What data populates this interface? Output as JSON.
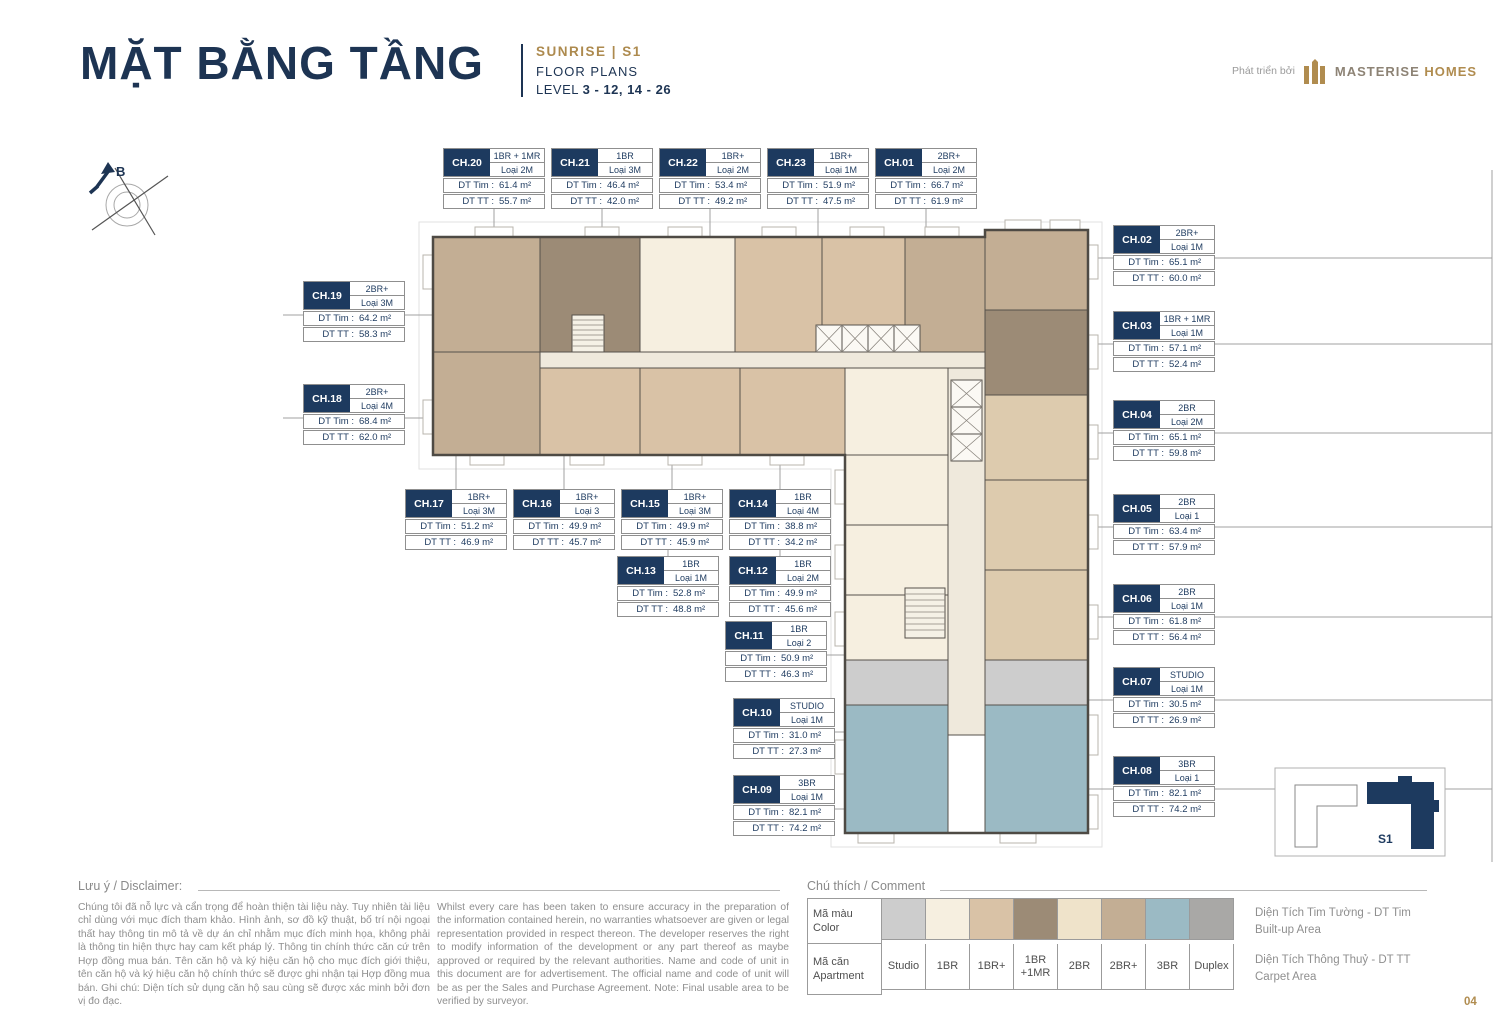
{
  "header": {
    "title": "MẶT BẰNG TẦNG",
    "project": "SUNRISE  |  S1",
    "subtitle": "FLOOR PLANS",
    "level_prefix": "LEVEL ",
    "level_range": "3 - 12, 14 - 26",
    "developer_prefix": "Phát triển bởi",
    "brand_name": "MASTERISE",
    "brand_suffix": "HOMES"
  },
  "compass": {
    "north_label": "B"
  },
  "labels": {
    "dt_tim": "DT Tim :",
    "dt_tt": "DT TT :"
  },
  "units": [
    {
      "id": "CH.20",
      "type": "1BR + 1MR",
      "loai": "Loại 2M",
      "tim": "61.4 m²",
      "tt": "55.7 m²"
    },
    {
      "id": "CH.21",
      "type": "1BR",
      "loai": "Loại 3M",
      "tim": "46.4 m²",
      "tt": "42.0 m²"
    },
    {
      "id": "CH.22",
      "type": "1BR+",
      "loai": "Loại 2M",
      "tim": "53.4 m²",
      "tt": "49.2 m²"
    },
    {
      "id": "CH.23",
      "type": "1BR+",
      "loai": "Loại 1M",
      "tim": "51.9 m²",
      "tt": "47.5 m²"
    },
    {
      "id": "CH.01",
      "type": "2BR+",
      "loai": "Loại 2M",
      "tim": "66.7 m²",
      "tt": "61.9 m²"
    },
    {
      "id": "CH.02",
      "type": "2BR+",
      "loai": "Loại 1M",
      "tim": "65.1 m²",
      "tt": "60.0 m²"
    },
    {
      "id": "CH.03",
      "type": "1BR + 1MR",
      "loai": "Loại 1M",
      "tim": "57.1 m²",
      "tt": "52.4 m²"
    },
    {
      "id": "CH.04",
      "type": "2BR",
      "loai": "Loại 2M",
      "tim": "65.1 m²",
      "tt": "59.8 m²"
    },
    {
      "id": "CH.05",
      "type": "2BR",
      "loai": "Loại 1",
      "tim": "63.4 m²",
      "tt": "57.9 m²"
    },
    {
      "id": "CH.06",
      "type": "2BR",
      "loai": "Loại 1M",
      "tim": "61.8 m²",
      "tt": "56.4 m²"
    },
    {
      "id": "CH.07",
      "type": "STUDIO",
      "loai": "Loại 1M",
      "tim": "30.5 m²",
      "tt": "26.9 m²"
    },
    {
      "id": "CH.08",
      "type": "3BR",
      "loai": "Loại 1",
      "tim": "82.1 m²",
      "tt": "74.2 m²"
    },
    {
      "id": "CH.19",
      "type": "2BR+",
      "loai": "Loại 3M",
      "tim": "64.2 m²",
      "tt": "58.3 m²"
    },
    {
      "id": "CH.18",
      "type": "2BR+",
      "loai": "Loại 4M",
      "tim": "68.4 m²",
      "tt": "62.0 m²"
    },
    {
      "id": "CH.17",
      "type": "1BR+",
      "loai": "Loại 3M",
      "tim": "51.2 m²",
      "tt": "46.9 m²"
    },
    {
      "id": "CH.16",
      "type": "1BR+",
      "loai": "Loại 3",
      "tim": "49.9 m²",
      "tt": "45.7 m²"
    },
    {
      "id": "CH.15",
      "type": "1BR+",
      "loai": "Loại 3M",
      "tim": "49.9 m²",
      "tt": "45.9 m²"
    },
    {
      "id": "CH.14",
      "type": "1BR",
      "loai": "Loại 4M",
      "tim": "38.8 m²",
      "tt": "34.2 m²"
    },
    {
      "id": "CH.13",
      "type": "1BR",
      "loai": "Loại 1M",
      "tim": "52.8 m²",
      "tt": "48.8 m²"
    },
    {
      "id": "CH.12",
      "type": "1BR",
      "loai": "Loại 2M",
      "tim": "49.9 m²",
      "tt": "45.6 m²"
    },
    {
      "id": "CH.11",
      "type": "1BR",
      "loai": "Loại 2",
      "tim": "50.9 m²",
      "tt": "46.3 m²"
    },
    {
      "id": "CH.10",
      "type": "STUDIO",
      "loai": "Loại 1M",
      "tim": "31.0 m²",
      "tt": "27.3 m²"
    },
    {
      "id": "CH.09",
      "type": "3BR",
      "loai": "Loại 1M",
      "tim": "82.1 m²",
      "tt": "74.2 m²"
    }
  ],
  "disclaimer": {
    "heading": "Lưu ý / Disclaimer:",
    "vi": "Chúng tôi đã nỗ lực và cẩn trọng để hoàn thiện tài liệu này. Tuy nhiên tài liệu chỉ dùng với mục đích tham khảo. Hình ảnh, sơ đồ kỹ thuật, bố trí nội ngoại thất hay thông tin mô tả về dự án chỉ nhằm mục đích minh họa, không phải là thông tin hiện thực hay cam kết pháp lý. Thông tin chính thức căn cứ trên Hợp đồng mua bán. Tên căn hộ và ký hiệu căn hộ cho mục đích giới thiệu, tên căn hộ và ký hiệu căn hộ chính thức sẽ được ghi nhận tại Hợp đồng mua bán. Ghi chú: Diện tích sử dụng căn hộ sau cùng sẽ được xác minh bởi đơn vị đo đạc.",
    "en": "Whilst every care has been taken to ensure accuracy in the preparation of the information contained herein, no warranties whatsoever are given or legal representation provided in respect thereon. The developer reserves the right to modify information of the development or any part thereof as maybe approved or required by the relevant authorities. Name and code of unit in this document are for advertisement. The official name and code of unit will be as per the Sales and Purchase Agreement. Note: Final usable area to be verified by surveyor."
  },
  "legend": {
    "heading": "Chú thích / Comment",
    "row1_label_vi": "Mã màu",
    "row1_label_en": "Color",
    "row2_label_vi": "Mã căn",
    "row2_label_en": "Apartment",
    "items": [
      {
        "label": "Studio",
        "color": "#cdcdcd"
      },
      {
        "label": "1BR",
        "color": "#f6efe0"
      },
      {
        "label": "1BR+",
        "color": "#d9c2a6"
      },
      {
        "label": "1BR +1MR",
        "color": "#9c8b76"
      },
      {
        "label": "2BR",
        "color": "#efe3ca"
      },
      {
        "label": "2BR+",
        "color": "#c3ae94"
      },
      {
        "label": "3BR",
        "color": "#9bbac4"
      },
      {
        "label": "Duplex",
        "color": "#a9a8a6"
      }
    ]
  },
  "area_notes": [
    {
      "vi": "Diện Tích Tim Tường - DT Tim",
      "en": "Built-up Area"
    },
    {
      "vi": "Diện Tích Thông Thuỷ - DT TT",
      "en": "Carpet Area"
    }
  ],
  "minimap": {
    "label": "S1"
  },
  "page_number": "04",
  "colors": {
    "navy": "#1d3a5f",
    "gold": "#b08c4f",
    "corridor": "#efe9dc",
    "wall": "#56514b"
  }
}
